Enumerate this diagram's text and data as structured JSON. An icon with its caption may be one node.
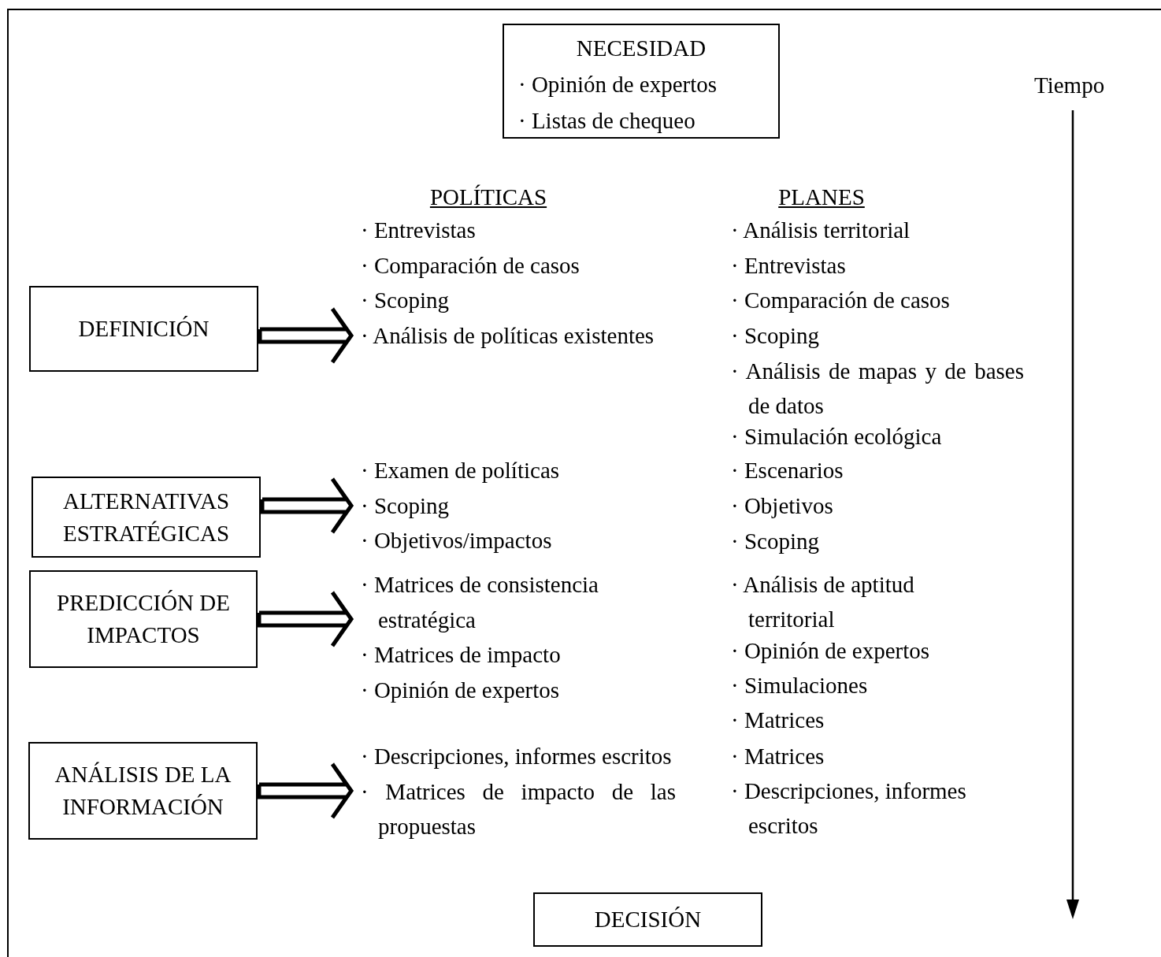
{
  "diagram": {
    "nodes": [
      {
        "text": [
          "NECESIDAD",
          "· Opinión de expertos",
          "· Listas de chequeo"
        ]
      },
      {
        "text": [
          "DEFINICIÓN"
        ]
      },
      {
        "text": [
          "ALTERNATIVAS ESTRATÉGICAS"
        ]
      },
      {
        "text": [
          "PREDICCIÓN DE IMPACTOS"
        ]
      },
      {
        "text": [
          "ANÁLISIS DE LA INFORMACIÓN"
        ]
      },
      {
        "text": [
          "DECISIÓN"
        ]
      },
      {
        "text": [
          "· Entrevistas",
          "· Comparación de casos",
          "· Scoping",
          "· Análisis de políticas existentes"
        ]
      },
      {
        "text": [
          "· Examen de políticas",
          "· Scoping",
          "· Objetivos/impactos"
        ]
      },
      {
        "text": [
          "· Matrices de consistencia estratégica",
          "· Matrices de impacto",
          "· Opinión de expertos"
        ]
      },
      {
        "text": [
          "· Descripciones, informes escritos",
          "· Matrices de impacto de las propuestas"
        ]
      }
    ],
    "edges": [
      {
        "from": 1,
        "to": 6,
        "arrow": "to"
      },
      {
        "from": 2,
        "to": 7,
        "arrow": "to"
      },
      {
        "from": 3,
        "to": 8,
        "arrow": "to"
      },
      {
        "from": 4,
        "to": 9,
        "arrow": "to"
      }
    ],
    "labels": [
      "Tiempo",
      "POLÍTICAS",
      "PLANES",
      "· Análisis territorial",
      "· Entrevistas",
      "· Comparación de casos",
      "· Scoping",
      "· Análisis de mapas y de bases de datos",
      "· Simulación ecológica",
      "· Escenarios",
      "· Objetivos",
      "· Scoping",
      "· Análisis de aptitud territorial",
      "· Opinión de expertos",
      "· Simulaciones",
      "· Matrices",
      "· Matrices",
      "· Descripciones, informes escritos"
    ]
  }
}
